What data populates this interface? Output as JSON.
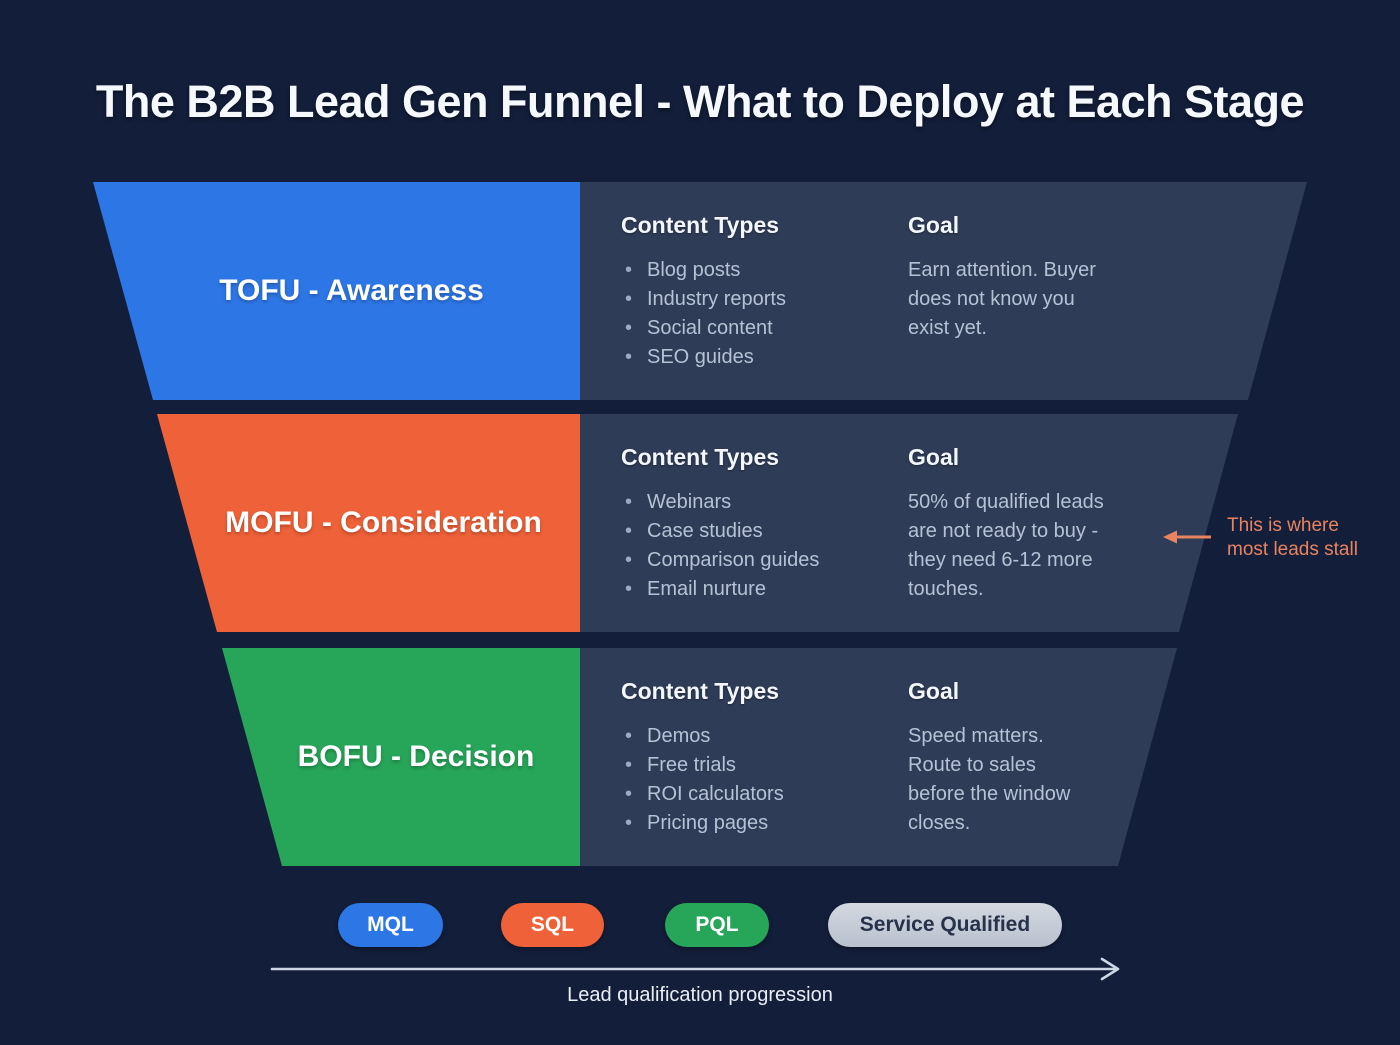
{
  "title": "The B2B Lead Gen Funnel - What to Deploy at Each Stage",
  "colors": {
    "background": "#131e3a",
    "panel": "#2e3c57",
    "tofu_blue": "#2d76e6",
    "mofu_orange": "#ef6138",
    "bofu_green": "#27a559",
    "body_text": "#b6c2d4",
    "heading_text": "#f3f7fb",
    "annotation_orange": "#e8845f",
    "neutral_pill_bg": "#c5ccd8",
    "neutral_pill_text": "#26334a",
    "progression_arrow": "#ccd6e4"
  },
  "stages": [
    {
      "label": "TOFU - Awareness",
      "color": "#2d76e6",
      "content_types_heading": "Content Types",
      "content_types": [
        "Blog posts",
        "Industry reports",
        "Social content",
        "SEO guides"
      ],
      "goal_heading": "Goal",
      "goal": "Earn attention. Buyer does not know you exist yet."
    },
    {
      "label": "MOFU - Consideration",
      "color": "#ef6138",
      "content_types_heading": "Content Types",
      "content_types": [
        "Webinars",
        "Case studies",
        "Comparison guides",
        "Email nurture"
      ],
      "goal_heading": "Goal",
      "goal": "50% of qualified leads are not ready to buy - they need 6-12 more touches."
    },
    {
      "label": "BOFU - Decision",
      "color": "#27a559",
      "content_types_heading": "Content Types",
      "content_types": [
        "Demos",
        "Free trials",
        "ROI calculators",
        "Pricing pages"
      ],
      "goal_heading": "Goal",
      "goal": "Speed matters. Route to sales before the window closes."
    }
  ],
  "annotation": {
    "line1": "This is where",
    "line2": "most leads stall",
    "icon": "arrow-left-icon"
  },
  "pills": [
    {
      "label": "MQL",
      "color": "#2d76e6"
    },
    {
      "label": "SQL",
      "color": "#ef6138"
    },
    {
      "label": "PQL",
      "color": "#27a559"
    },
    {
      "label": "Service Qualified",
      "color": "#c5ccd8"
    }
  ],
  "progression": {
    "label": "Lead qualification progression",
    "icon": "arrow-right-icon"
  }
}
